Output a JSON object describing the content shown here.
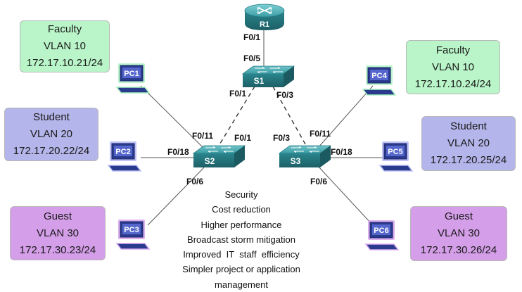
{
  "devices": {
    "router": "R1",
    "switches": [
      "S1",
      "S2",
      "S3"
    ],
    "pcs": [
      "PC1",
      "PC2",
      "PC3",
      "PC4",
      "PC5",
      "PC6"
    ]
  },
  "vlan_boxes": [
    {
      "group": "Faculty",
      "vlan": "VLAN 10",
      "ip": "172.17.10.21/24"
    },
    {
      "group": "Student",
      "vlan": "VLAN 20",
      "ip": "172.17.20.22/24"
    },
    {
      "group": "Guest",
      "vlan": "VLAN 30",
      "ip": "172.17.30.23/24"
    },
    {
      "group": "Faculty",
      "vlan": "VLAN 10",
      "ip": "172.17.10.24/24"
    },
    {
      "group": "Student",
      "vlan": "VLAN 20",
      "ip": "172.17.20.25/24"
    },
    {
      "group": "Guest",
      "vlan": "VLAN 30",
      "ip": "172.17.30.26/24"
    }
  ],
  "ports": {
    "r1_down": "F0/1",
    "s1_up": "F0/5",
    "s1_left": "F0/1",
    "s1_right": "F0/3",
    "s2_up_left": "F0/11",
    "s2_up_right": "F0/1",
    "s2_left": "F0/18",
    "s2_down": "F0/6",
    "s3_up_left": "F0/3",
    "s3_up_right": "F0/11",
    "s3_right": "F0/18",
    "s3_down": "F0/6"
  },
  "benefits": [
    "Security",
    "Cost reduction",
    "Higher performance",
    "Broadcast storm mitigation",
    "Improved  IT  staff  efficiency",
    "Simpler project or application",
    "management"
  ],
  "colors": {
    "faculty": "#b9f5c8",
    "student": "#b4b5ea",
    "guest": "#d49ee8",
    "device": "#2f8d95",
    "pc_blue": "#2f3fbf",
    "pc_purple": "#8a3fbf"
  }
}
